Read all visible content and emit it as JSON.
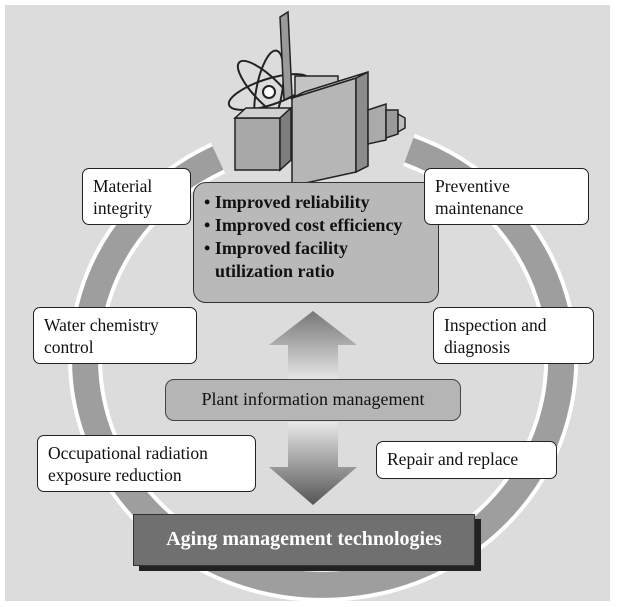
{
  "diagram": {
    "center_bullets": [
      "Improved reliability",
      "Improved cost efficiency",
      "Improved facility",
      "utilization ratio"
    ],
    "hub": "Plant information management",
    "base": "Aging management technologies",
    "left_boxes": [
      {
        "line1": "Material",
        "line2": "integrity"
      },
      {
        "line1": "Water chemistry",
        "line2": "control"
      },
      {
        "line1": "Occupational radiation",
        "line2": "exposure reduction"
      }
    ],
    "right_boxes": [
      {
        "line1": "Preventive",
        "line2": "maintenance"
      },
      {
        "line1": "Inspection and",
        "line2": "diagnosis"
      },
      {
        "line1": "Repair and replace",
        "line2": ""
      }
    ],
    "colors": {
      "background": "#dcdcdc",
      "ring": "#9e9e9e",
      "base_box": "#707070",
      "center_box": "#b9b9b9"
    },
    "icons": [
      "atom-icon",
      "steam-turbine-icon",
      "chimney-icon"
    ]
  }
}
